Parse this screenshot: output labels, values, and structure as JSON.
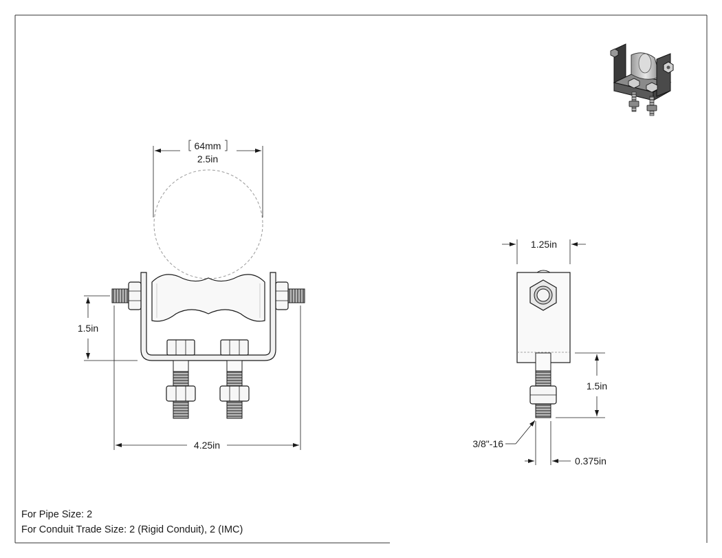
{
  "front_view": {
    "pipe_diameter_mm": "64mm",
    "pipe_diameter_in": "2.5in",
    "height_label": "1.5in",
    "width_label": "4.25in"
  },
  "side_view": {
    "width_label": "1.25in",
    "stud_length_label": "1.5in",
    "thread_label": "3/8\"-16",
    "stud_diameter_label": "0.375in"
  },
  "notes": {
    "pipe_size": "For Pipe Size: 2",
    "conduit_trade_size": "For Conduit Trade Size: 2 (Rigid Conduit), 2 (IMC)"
  }
}
